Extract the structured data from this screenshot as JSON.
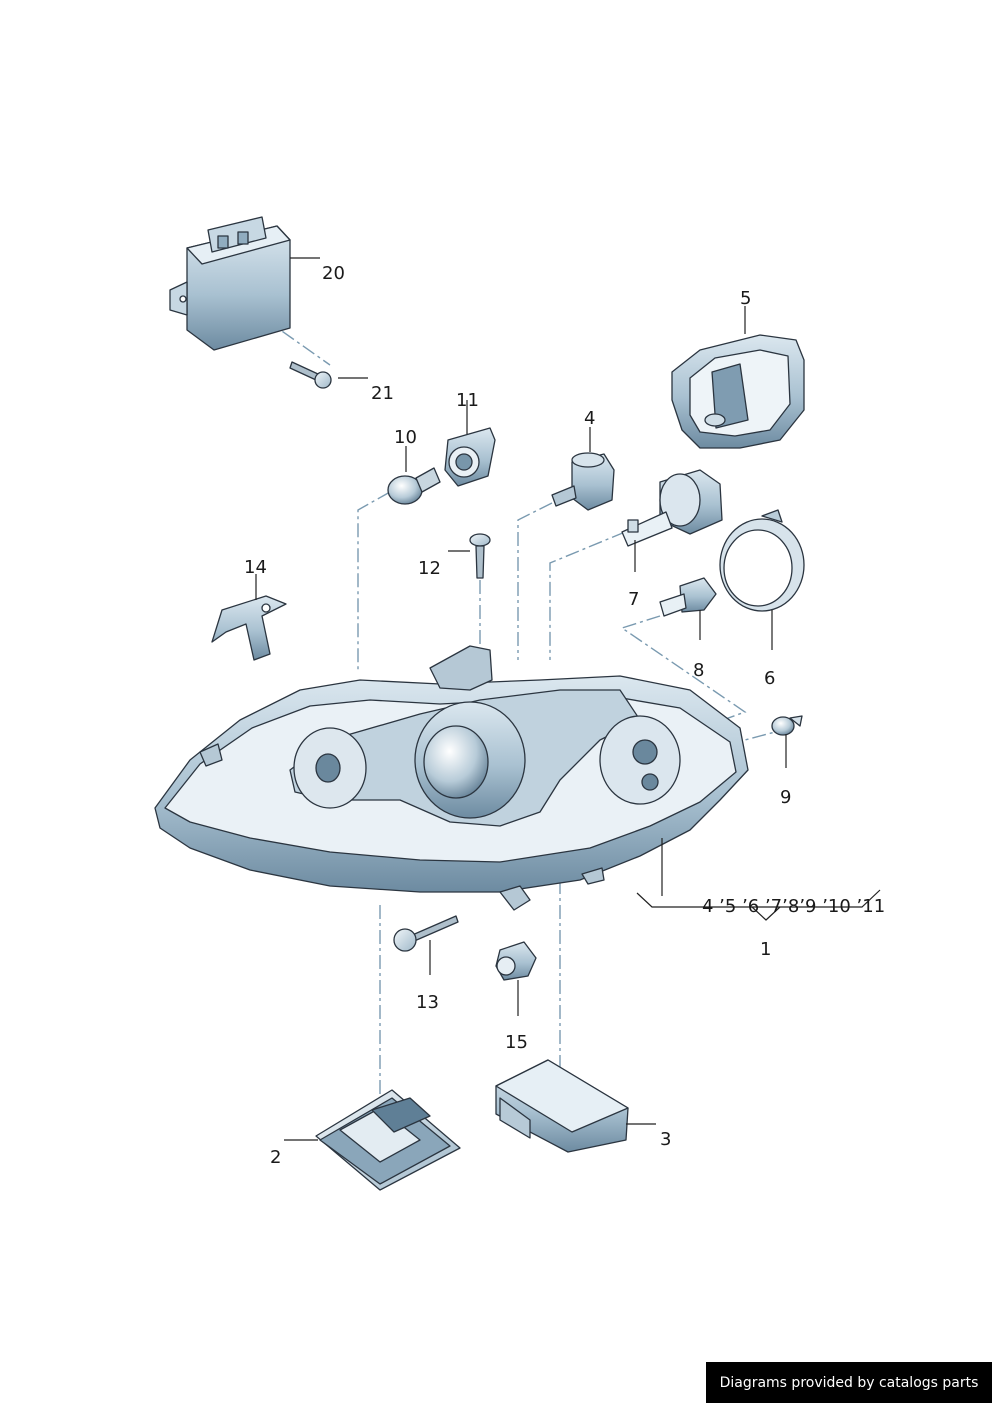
{
  "callouts": {
    "c1": "1",
    "c2": "2",
    "c3": "3",
    "c4": "4",
    "c5": "5",
    "c6": "6",
    "c7": "7",
    "c8": "8",
    "c9": "9",
    "c10": "10",
    "c11": "11",
    "c12": "12",
    "c13": "13",
    "c14": "14",
    "c15": "15",
    "c20": "20",
    "c21": "21"
  },
  "includes_label": "4 ’5 ’6 ’7’8’9 ’10 ’11",
  "credit": "Diagrams provided by catalogs parts",
  "colors": {
    "part_fill_light": "#e4eef4",
    "part_fill_mid": "#a9c1d1",
    "part_fill_dark": "#5f7f96",
    "outline": "#2b3540",
    "dash_line": "#7a9ab0"
  }
}
